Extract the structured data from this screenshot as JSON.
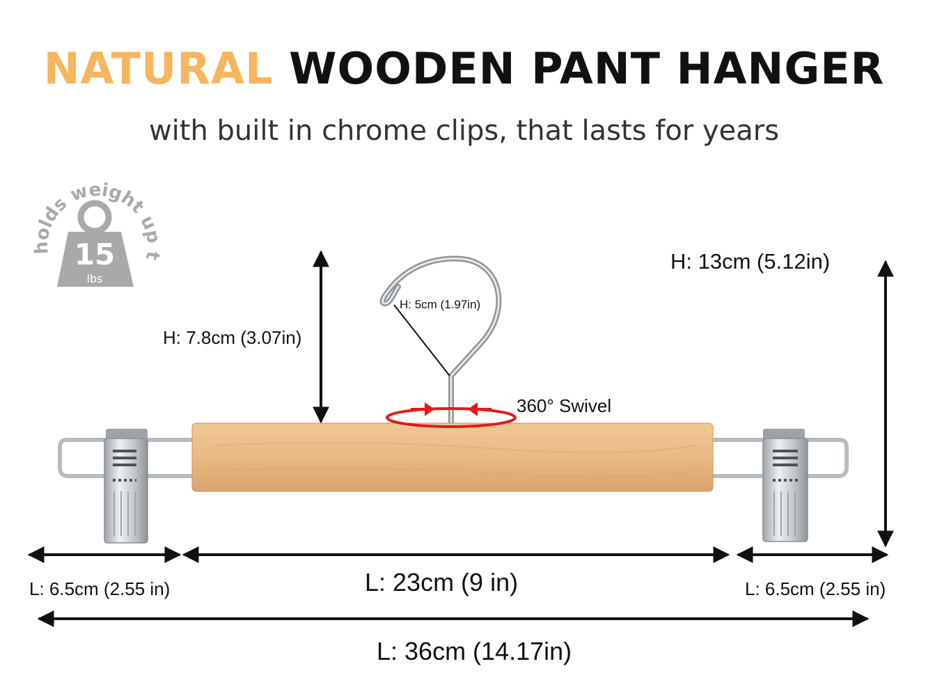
{
  "title": {
    "accent": "NATURAL",
    "main": "WOODEN PANT HANGER"
  },
  "subtitle": "with built in chrome clips, that lasts for years",
  "weight_badge": {
    "arc_text": "holds weight up to",
    "number": "15",
    "unit": "lbs"
  },
  "dimensions": {
    "hook_body_height": "H: 7.8cm (3.07in)",
    "hook_height": "H: 5cm (1.97in)",
    "total_height": "H: 13cm (5.12in)",
    "swivel": "360° Swivel",
    "left_clip_length": "L: 6.5cm (2.55 in)",
    "bar_length": "L: 23cm (9 in)",
    "right_clip_length": "L: 6.5cm (2.55 in)",
    "total_length": "L: 36cm (14.17in)"
  },
  "colors": {
    "accent": "#F6B55E",
    "wood": "#E9B985",
    "chrome": "#C7CBD0",
    "swivel_ring": "#E01B1B",
    "badge": "#A9A9A9"
  }
}
